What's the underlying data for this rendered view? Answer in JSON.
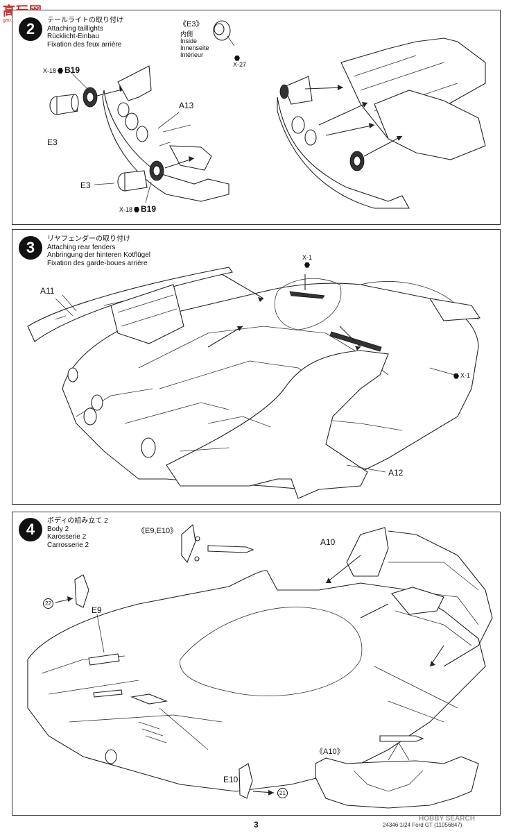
{
  "watermark_top": {
    "chars": "高玩网",
    "url": "gao.wan.com"
  },
  "watermark_bottom": "HOBBY SEARCH",
  "step2": {
    "number": "2",
    "title_jp": "テールライトの取り付け",
    "title_en": "Attaching taillights",
    "title_de": "Rücklicht-Einbau",
    "title_fr": "Fixation des feux arrière",
    "inset": {
      "label": "《E3》",
      "jp": "内側",
      "en": "Inside",
      "de": "Innenseite",
      "fr": "Intérieur",
      "part": "X-27"
    },
    "parts": {
      "x18_top": "X-18",
      "b19_top": "B19",
      "e3_left": "E3",
      "a13": "A13",
      "e3_bottom": "E3",
      "x18_bottom": "X-18",
      "b19_bottom": "B19"
    }
  },
  "step3": {
    "number": "3",
    "title_jp": "リヤフェンダーの取り付け",
    "title_en": "Attaching rear fenders",
    "title_de": "Anbringung der hinteren Kotflügel",
    "title_fr": "Fixation des garde-boues arrière",
    "parts": {
      "a11": "A11",
      "x1_top": "X-1",
      "x1_right": "X-1",
      "a12": "A12"
    }
  },
  "step4": {
    "number": "4",
    "title_jp": "ボディの組み立て 2",
    "title_en": "Body 2",
    "title_de": "Karosserie 2",
    "title_fr": "Carrosserie 2",
    "parts": {
      "inset_e9e10": "《E9,E10》",
      "a10": "A10",
      "n22": "22",
      "e9": "E9",
      "e10": "E10",
      "n21": "21",
      "inset_a10": "《A10》"
    }
  },
  "footer": {
    "page": "3",
    "catalog": "24346 1/24 Ford GT (11056847)"
  }
}
